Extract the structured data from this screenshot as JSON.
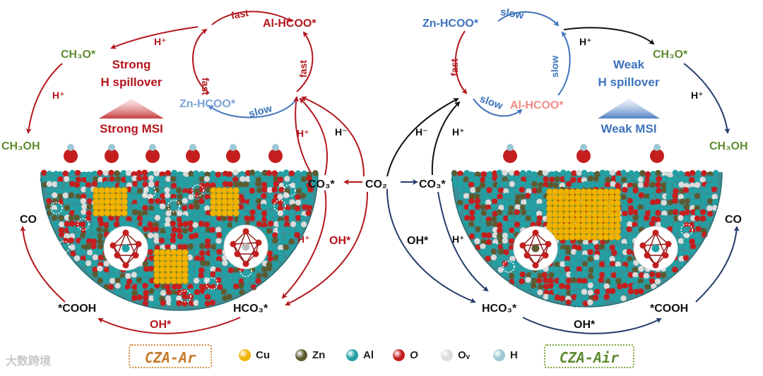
{
  "colors": {
    "red": "#b3161d",
    "blue": "#3e73bc",
    "dark_blue": "#243b6a",
    "green": "#5f8a2f",
    "light_blue": "#7da3d8",
    "pink": "#ef8d86",
    "black": "#111111",
    "orange_frame": "#d38a3a",
    "green_frame": "#7aa43a",
    "cu": "#f0b400",
    "zn": "#5d5a30",
    "al": "#23a0a4",
    "o": "#c41e1e",
    "ov": "#dcdcdc",
    "h": "#9cc8d4"
  },
  "left": {
    "cycle": {
      "top_species": "Al-HCOO*",
      "bottom_species": "Zn-HCOO*",
      "label_top": "fast",
      "label_left": "fast",
      "label_right": "fast",
      "label_bottom": "slow"
    },
    "h_plus": "H⁺",
    "h_minus": "H⁻",
    "ch3o": "CH₃O*",
    "ch3oh": "CH₃OH",
    "spillover_line1": "Strong",
    "spillover_line2": "H spillover",
    "msi": "Strong MSI",
    "co3": "CO₃*",
    "hco3": "HCO₃*",
    "oh_star": "OH*",
    "cooh": "*COOH",
    "co": "CO",
    "bottom_oh": "OH*"
  },
  "center": {
    "co2": "CO₂"
  },
  "right": {
    "cycle": {
      "top_species": "Zn-HCOO*",
      "bottom_species": "Al-HCOO*",
      "label_top": "slow",
      "label_left": "fast",
      "label_right": "slow",
      "label_bottom": "slow"
    },
    "h_plus": "H⁺",
    "h_minus": "H⁻",
    "ch3o": "CH₃O*",
    "ch3oh": "CH₃OH",
    "spillover_line1": "Weak",
    "spillover_line2": "H spillover",
    "msi": "Weak MSI",
    "co3": "CO₃*",
    "hco3": "HCO₃*",
    "oh_star": "OH*",
    "cooh": "*COOH",
    "co": "CO",
    "bottom_oh": "OH*"
  },
  "legend": {
    "left_catalyst": "CZA-Ar",
    "right_catalyst": "CZA-Air",
    "items": [
      {
        "key": "cu",
        "label": "Cu",
        "italic": false
      },
      {
        "key": "zn",
        "label": "Zn",
        "italic": false
      },
      {
        "key": "al",
        "label": "Al",
        "italic": false
      },
      {
        "key": "o",
        "label": "O",
        "italic": true
      },
      {
        "key": "ov",
        "label": "Oᵥ",
        "italic": false
      },
      {
        "key": "h",
        "label": "H",
        "italic": false
      }
    ]
  },
  "watermark": "大数跨境"
}
